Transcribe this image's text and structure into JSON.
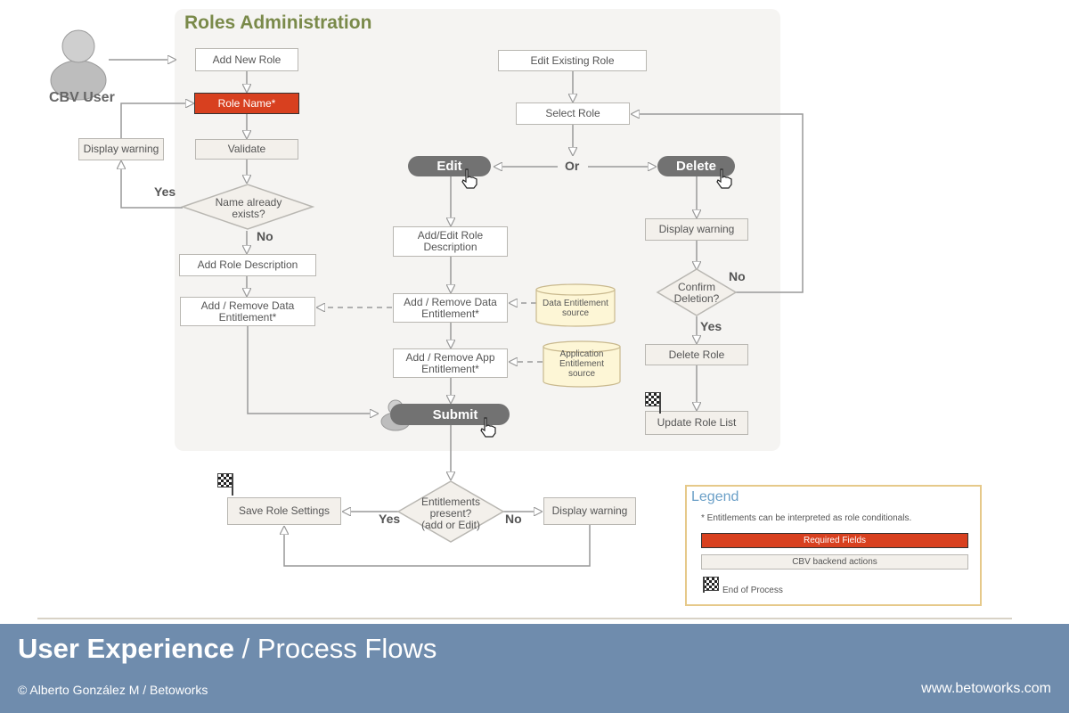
{
  "title": "Roles Administration",
  "user_label": "CBV User",
  "nodes": {
    "add_new_role": "Add New Role",
    "role_name": "Role Name*",
    "validate": "Validate",
    "display_warning_left": "Display warning",
    "name_exists": "Name already\nexists?",
    "add_role_description": "Add Role Description",
    "add_remove_data_left": "Add  / Remove Data\nEntitlement*",
    "edit_existing_role": "Edit Existing Role",
    "select_role": "Select Role",
    "edit": "Edit",
    "or": "Or",
    "delete": "Delete",
    "add_edit_description": "Add/Edit Role\nDescription",
    "add_remove_data_mid": "Add  / Remove Data\nEntitlement*",
    "data_source": "Data Entitlement\nsource",
    "add_remove_app": "Add  / Remove App\nEntitlement*",
    "app_source": "Application\nEntitlement\nsource",
    "submit": "Submit",
    "display_warning_right": "Display warning",
    "confirm_deletion": "Confirm\nDeletion?",
    "delete_role": "Delete Role",
    "update_role_list": "Update Role List",
    "save_role_settings": "Save Role Settings",
    "entitlements_present": "Entitlements\npresent?\n(add or Edit)",
    "display_warning_bottom": "Display warning"
  },
  "labels": {
    "yes_left": "Yes",
    "no_left": "No",
    "no_confirm": "No",
    "yes_confirm": "Yes",
    "yes_bottom": "Yes",
    "no_bottom": "No"
  },
  "legend": {
    "title": "Legend",
    "note": "*  Entitlements can be interpreted as role conditionals.",
    "required": "Required Fields",
    "backend": "CBV backend actions",
    "end": "End of Process"
  },
  "footer": {
    "title_bold": "User Experience",
    "title_rest": " / Process Flows",
    "copyright": "© Alberto González M  / Betoworks",
    "url": "www.betoworks.com"
  },
  "colors": {
    "required": "#d8401f",
    "backend": "#f3f0eb",
    "pill": "#727272",
    "title": "#7a8a4a",
    "footer": "#6f8cad"
  }
}
